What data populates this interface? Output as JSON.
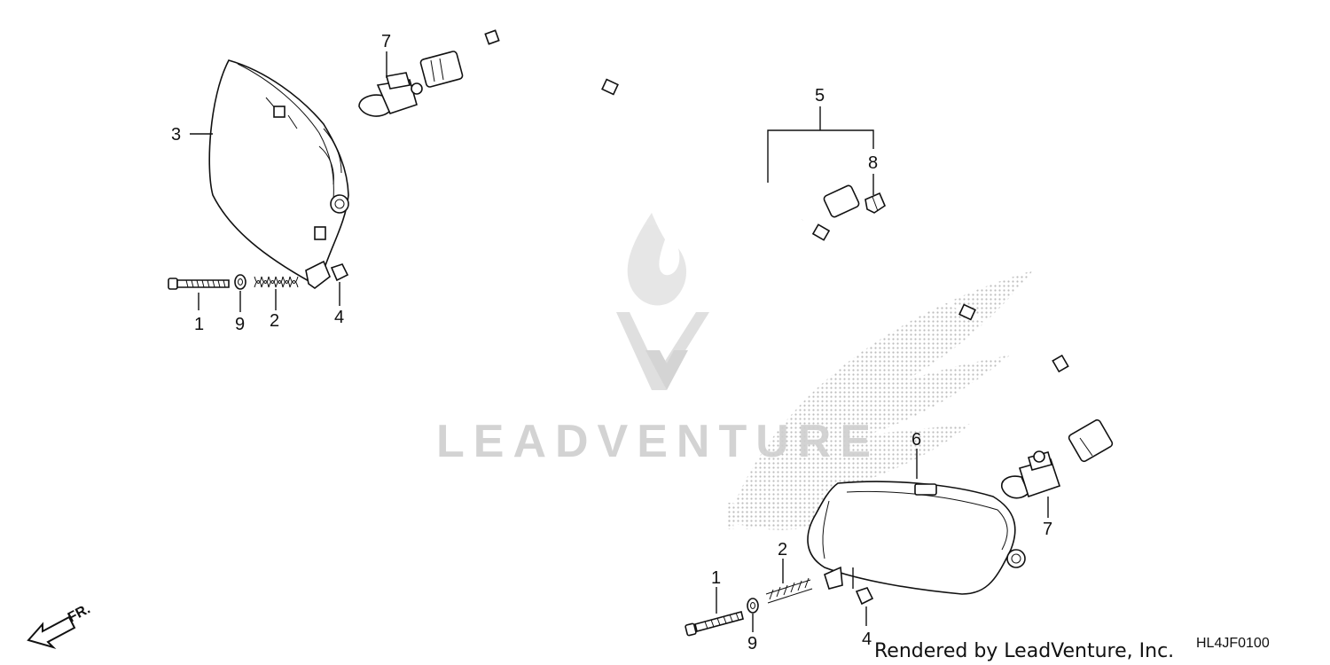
{
  "watermark": {
    "text": "LEADVENTURE",
    "color": "#cfcfcf"
  },
  "callouts": [
    {
      "id": "c7a",
      "label": "7"
    },
    {
      "id": "c3",
      "label": "3"
    },
    {
      "id": "c1a",
      "label": "1"
    },
    {
      "id": "c9a",
      "label": "9"
    },
    {
      "id": "c2a",
      "label": "2"
    },
    {
      "id": "c4a",
      "label": "4"
    },
    {
      "id": "c5",
      "label": "5"
    },
    {
      "id": "c8",
      "label": "8"
    },
    {
      "id": "c6",
      "label": "6"
    },
    {
      "id": "c7b",
      "label": "7"
    },
    {
      "id": "c2b",
      "label": "2"
    },
    {
      "id": "c1b",
      "label": "1"
    },
    {
      "id": "c9b",
      "label": "9"
    },
    {
      "id": "c4b",
      "label": "4"
    }
  ],
  "front_indicator": {
    "text": "FR."
  },
  "footer": {
    "credit": "Rendered by LeadVenture, Inc.",
    "diagram_code": "HL4JF0100"
  }
}
